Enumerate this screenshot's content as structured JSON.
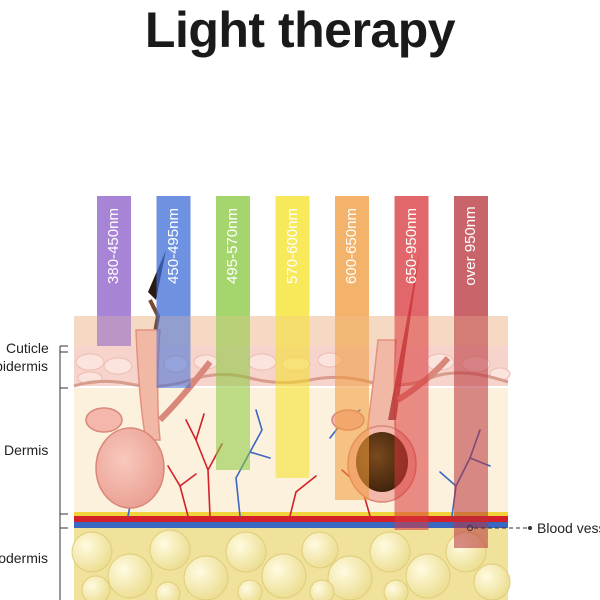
{
  "title": "Light therapy",
  "layers": {
    "cuticle": "Cuticle",
    "epidermis": "Epidermis",
    "dermis": "Dermis",
    "hypodermis": "Hypodermis",
    "blood_vessel": "Blood vessel"
  },
  "beams": [
    {
      "label": "380-450nm",
      "color": "#8a5cc9"
    },
    {
      "label": "450-495nm",
      "color": "#3f6fd8"
    },
    {
      "label": "495-570nm",
      "color": "#88c93d"
    },
    {
      "label": "570-600nm",
      "color": "#f4e224"
    },
    {
      "label": "600-650nm",
      "color": "#f09a3a"
    },
    {
      "label": "650-950nm",
      "color": "#d8363a"
    },
    {
      "label": "over  950nm",
      "color": "#b8313a"
    }
  ],
  "colors": {
    "skin_top": "#f5d7c0",
    "epidermis": "#f4cfc4",
    "dermis": "#fcf1dc",
    "hypodermis": "#f4e7a4",
    "fat_cell": "#f8f0b6",
    "artery": "#d3202a",
    "vein": "#3a68c0"
  }
}
